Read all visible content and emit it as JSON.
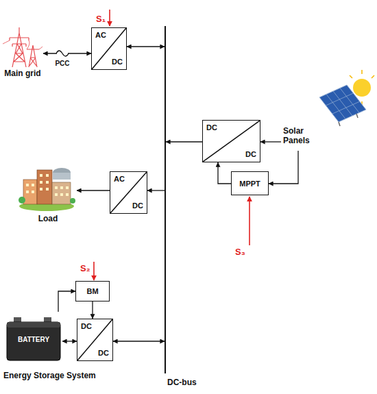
{
  "diagram": {
    "nodes": [
      {
        "text": [
          "Main grid"
        ]
      },
      {
        "text": [
          "AC",
          "DC"
        ]
      },
      {
        "text": [
          "DC-bus"
        ]
      },
      {
        "text": [
          "DC",
          "DC"
        ]
      },
      {
        "text": [
          "Solar Panels"
        ]
      },
      {
        "text": [
          "MPPT"
        ]
      },
      {
        "text": [
          "AC",
          "DC"
        ]
      },
      {
        "text": [
          "Load"
        ]
      },
      {
        "text": [
          "BM"
        ]
      },
      {
        "text": [
          "DC",
          "DC"
        ]
      },
      {
        "text": [
          "Energy Storage System"
        ]
      }
    ],
    "edges": [
      {
        "from": 0,
        "to": 1,
        "arrow": "both",
        "label": "PCC"
      },
      {
        "from": 1,
        "to": 2,
        "arrow": "both"
      },
      {
        "from": 3,
        "to": 2,
        "arrow": "to"
      },
      {
        "from": 4,
        "to": 3,
        "arrow": "to"
      },
      {
        "from": 4,
        "to": 5,
        "arrow": "to"
      },
      {
        "from": 5,
        "to": 3,
        "arrow": "to"
      },
      {
        "from": 2,
        "to": 6,
        "arrow": "to"
      },
      {
        "from": 6,
        "to": 7,
        "arrow": "to"
      },
      {
        "from": 2,
        "to": 9,
        "arrow": "both"
      },
      {
        "from": 10,
        "to": 9,
        "arrow": "both"
      },
      {
        "from": 10,
        "to": 8,
        "arrow": "to"
      },
      {
        "from": 8,
        "to": 9,
        "arrow": "to"
      }
    ],
    "labels": [
      "S₁",
      "S₂",
      "S₃",
      "BATTERY"
    ]
  }
}
